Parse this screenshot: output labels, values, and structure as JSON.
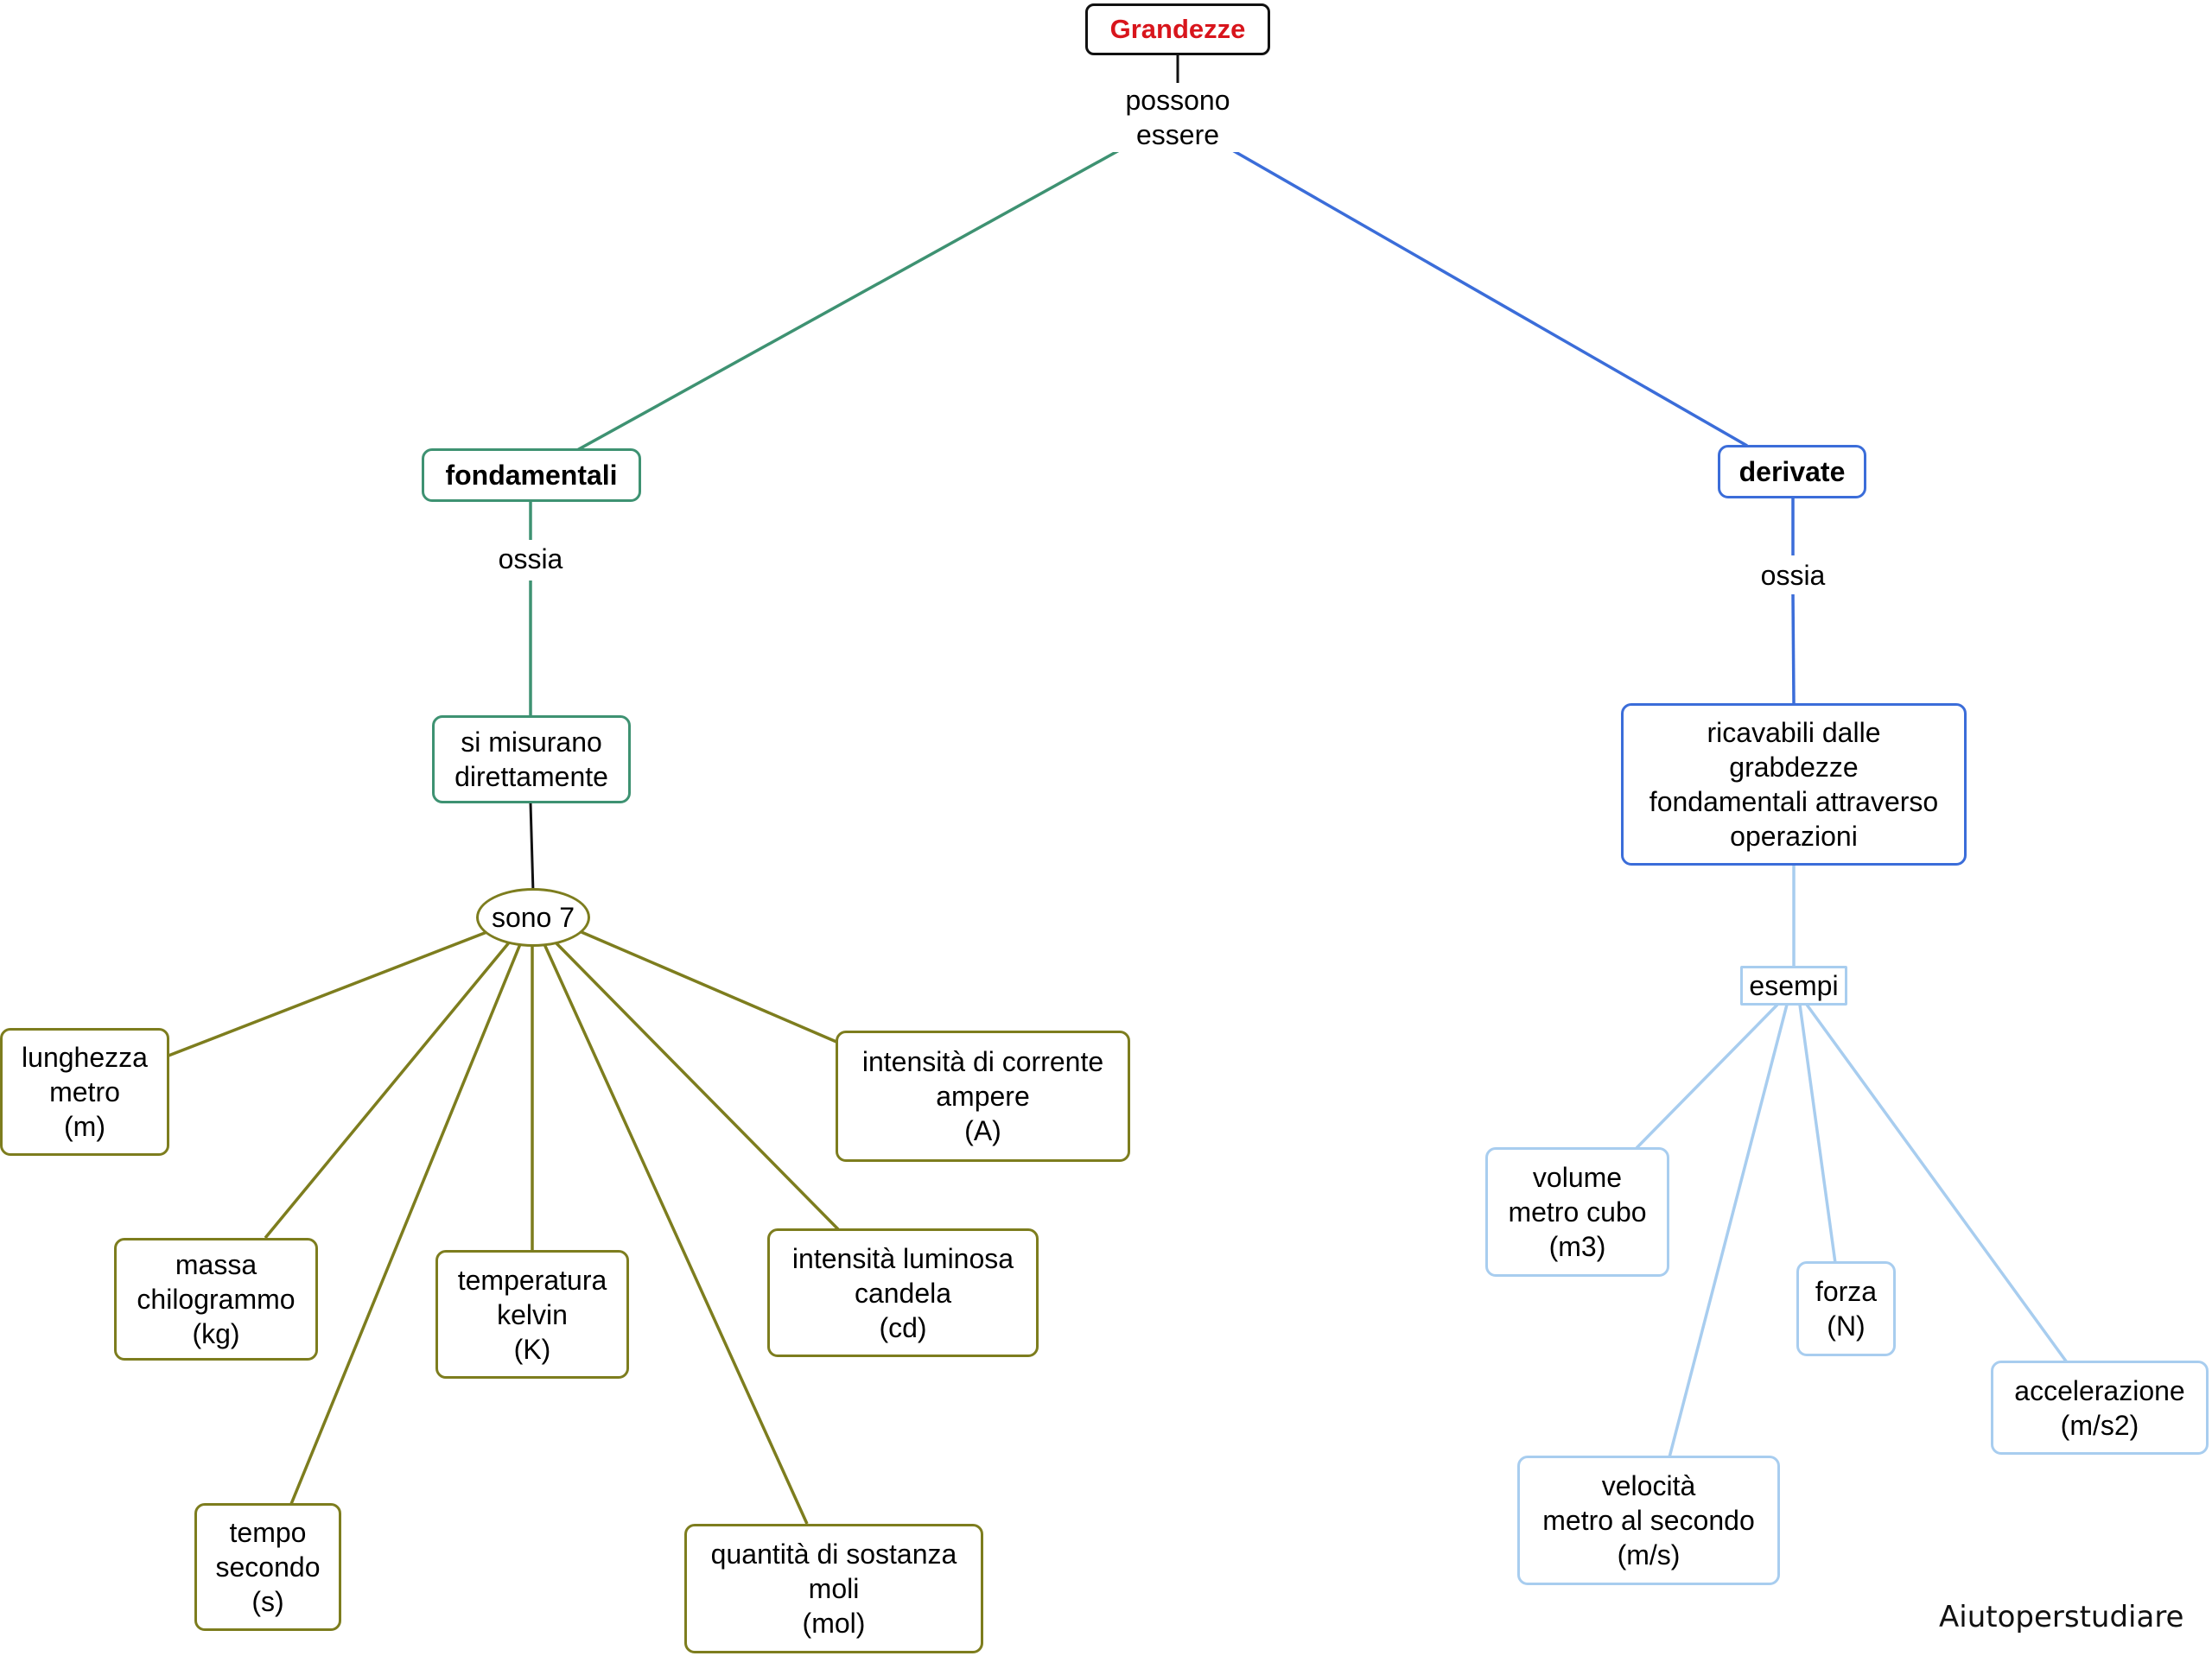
{
  "root": {
    "text": "Grandezze"
  },
  "root_link": "possono\nessere",
  "left": {
    "title": "fondamentali",
    "link1": "ossia",
    "definition": "si misurano\ndirettamente",
    "count": "sono 7",
    "items": [
      {
        "id": "lunghezza",
        "text": "lunghezza\nmetro\n(m)"
      },
      {
        "id": "massa",
        "text": "massa\nchilogrammo\n(kg)"
      },
      {
        "id": "tempo",
        "text": "tempo\nsecondo\n(s)"
      },
      {
        "id": "temperatura",
        "text": "temperatura\nkelvin\n(K)"
      },
      {
        "id": "sostanza",
        "text": "quantità di sostanza\nmoli\n(mol)"
      },
      {
        "id": "luminosa",
        "text": "intensità luminosa\ncandela\n(cd)"
      },
      {
        "id": "corrente",
        "text": "intensità di corrente\nampere\n(A)"
      }
    ]
  },
  "right": {
    "title": "derivate",
    "link1": "ossia",
    "definition": "ricavabili dalle\ngrabdezze\nfondamentali attraverso\noperazioni",
    "examples_label": "esempi",
    "items": [
      {
        "id": "volume",
        "text": "volume\nmetro cubo\n(m3)"
      },
      {
        "id": "velocita",
        "text": "velocità\nmetro al secondo\n(m/s)"
      },
      {
        "id": "forza",
        "text": "forza\n(N)"
      },
      {
        "id": "accelerazione",
        "text": "accelerazione\n(m/s2)"
      }
    ]
  },
  "watermark": "Aiutoperstudiare",
  "colors": {
    "root_text": "#d8151c",
    "green": "#3e9272",
    "blue": "#3b6dd9",
    "olive": "#7d7d1e",
    "light_blue": "#a8cdef"
  }
}
